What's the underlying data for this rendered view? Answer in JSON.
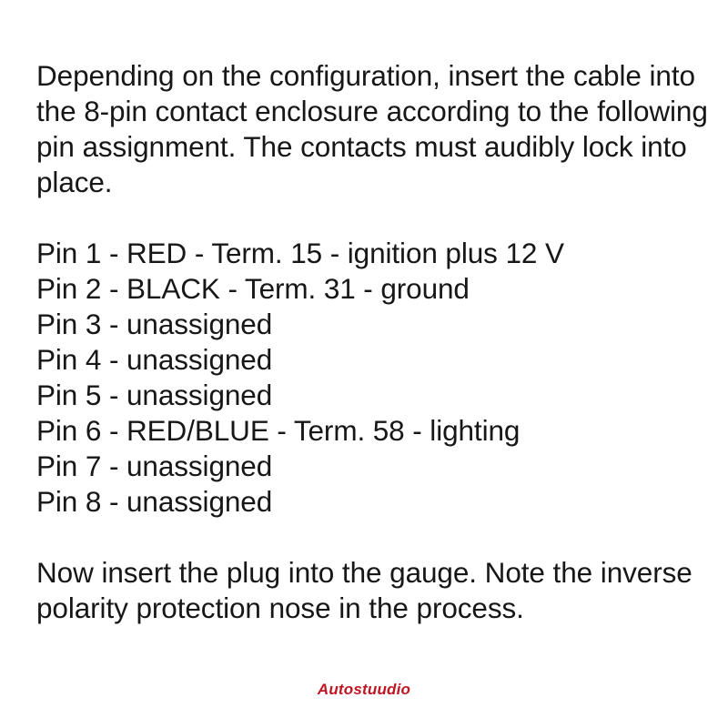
{
  "document": {
    "intro_paragraph": "Depending on the configuration, insert the cable into the 8-pin contact enclosure according to the following pin assignment. The contacts must audibly lock into place.",
    "pin_assignments": [
      "Pin 1 - RED - Term. 15 - ignition plus 12 V",
      "Pin 2 - BLACK - Term. 31 - ground",
      "Pin 3 - unassigned",
      "Pin 4 - unassigned",
      "Pin 5 - unassigned",
      "Pin 6 - RED/BLUE - Term. 58 - lighting",
      "Pin 7 - unassigned",
      "Pin 8 - unassigned"
    ],
    "closing_paragraph": "Now insert the plug into the gauge. Note the inverse polarity protection nose in the process."
  },
  "watermark": {
    "text": "Autostuudio",
    "color": "#be1622"
  },
  "colors": {
    "background": "#ffffff",
    "text": "#171717",
    "watermark": "#be1622"
  }
}
